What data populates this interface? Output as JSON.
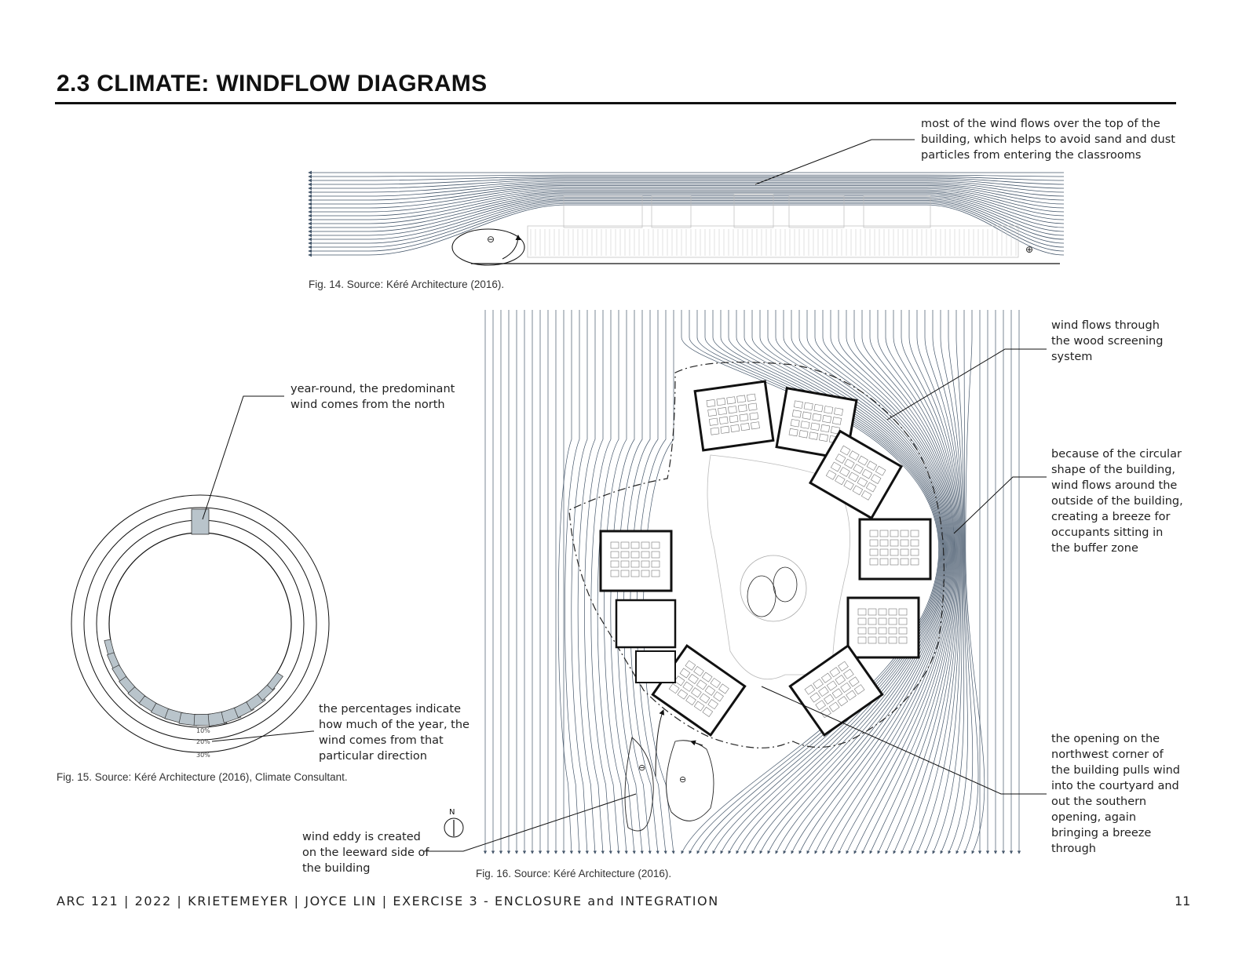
{
  "page": {
    "title": "2.3 CLIMATE: WINDFLOW DIAGRAMS",
    "footer": "ARC 121 | 2022 | KRIETEMEYER | JOYCE LIN | EXERCISE 3 - ENCLOSURE and INTEGRATION",
    "page_number": "11"
  },
  "section_diagram": {
    "annotation": "most of the wind flows over the top of the building, which helps to avoid sand and dust particles from entering the classrooms",
    "caption": "Fig. 14. Source: Kéré Architecture (2016).",
    "minus_symbol": "⊖",
    "plus_symbol": "⊕"
  },
  "wind_rose": {
    "annotation_top": "year-round, the predominant wind comes from the north",
    "annotation_bottom": "the percentages indicate how much of the year, the wind comes from that particular direction",
    "caption": "Fig. 15. Source: Kéré Architecture (2016), Climate Consultant.",
    "ring_labels": [
      "10%",
      "20%",
      "30%"
    ]
  },
  "plan_diagram": {
    "annotations": {
      "screening": "wind flows through the wood screening system",
      "circular": "because of the circular shape of the building, wind flows around the outside of the building, creating a breeze for occupants sitting in the buffer zone",
      "opening": "the opening on the northwest corner of the building pulls wind into the courtyard and out the southern opening, again bringing a breeze through",
      "eddy": "wind eddy is created on the leeward side of the building"
    },
    "caption": "Fig. 16. Source: Kéré Architecture (2016).",
    "north_label": "N",
    "minus_symbol": "⊖"
  },
  "colors": {
    "streamline": "#44566a",
    "ink": "#111111",
    "rose_fill": "#b9c4cb"
  }
}
